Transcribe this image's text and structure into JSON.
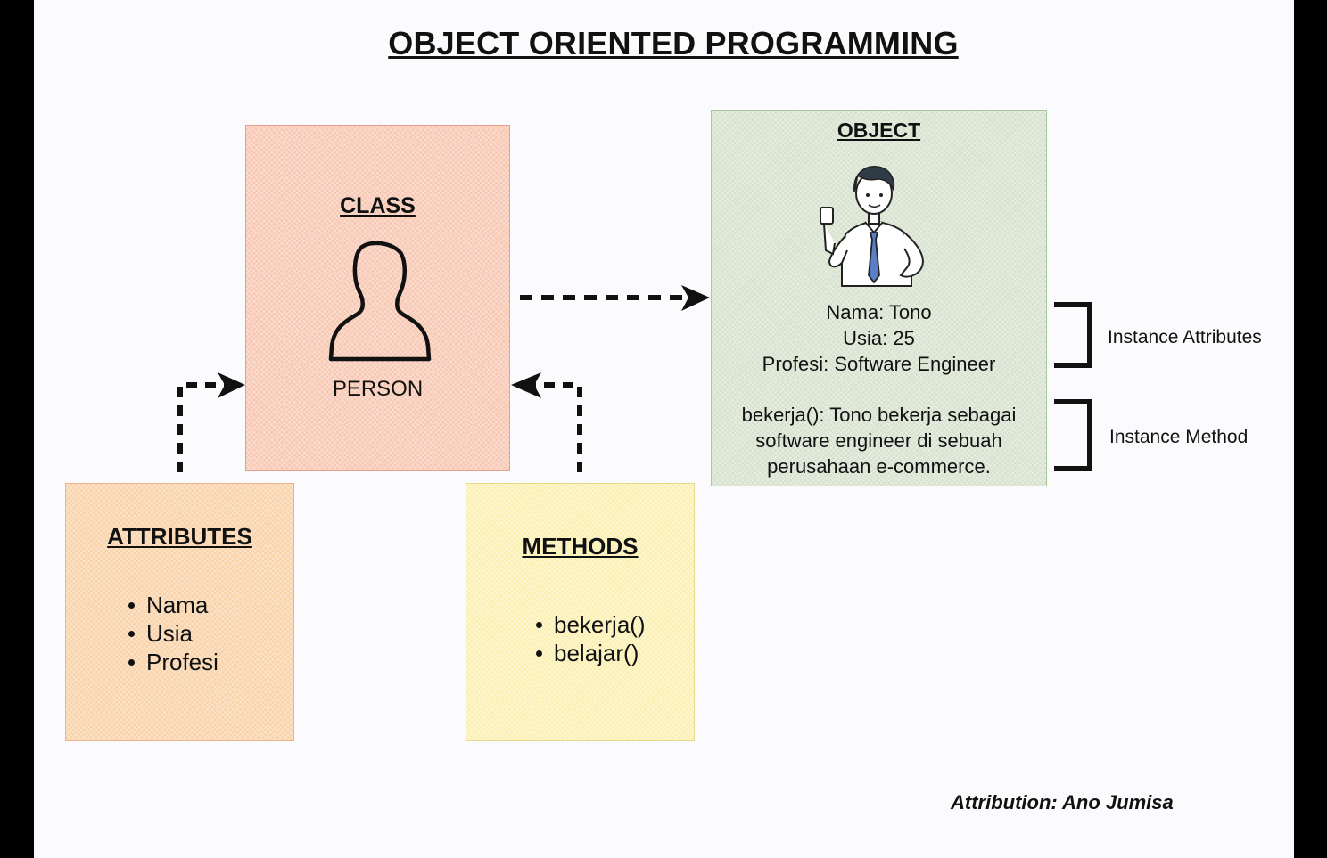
{
  "title": "OBJECT ORIENTED PROGRAMMING",
  "class_box": {
    "header": "CLASS",
    "label": "PERSON",
    "icon": "person-silhouette-icon"
  },
  "attributes_box": {
    "header": "ATTRIBUTES",
    "items": [
      "Nama",
      "Usia",
      "Profesi"
    ]
  },
  "methods_box": {
    "header": "METHODS",
    "items": [
      "bekerja()",
      "belajar()"
    ]
  },
  "object_box": {
    "header": "OBJECT",
    "icon": "office-worker-illustration",
    "attributes": [
      "Nama: Tono",
      "Usia: 25",
      "Profesi: Software Engineer"
    ],
    "method_lines": [
      "bekerja(): Tono bekerja sebagai",
      "software engineer di sebuah",
      "perusahaan e-commerce."
    ]
  },
  "brackets": {
    "attributes_label": "Instance Attributes",
    "method_label": "Instance Method"
  },
  "attribution": "Attribution: Ano Jumisa",
  "colors": {
    "class_fill": "#f7c8b4",
    "attributes_fill": "#f9d3aa",
    "methods_fill": "#fbf0b2",
    "object_fill": "#d7e2cf"
  }
}
